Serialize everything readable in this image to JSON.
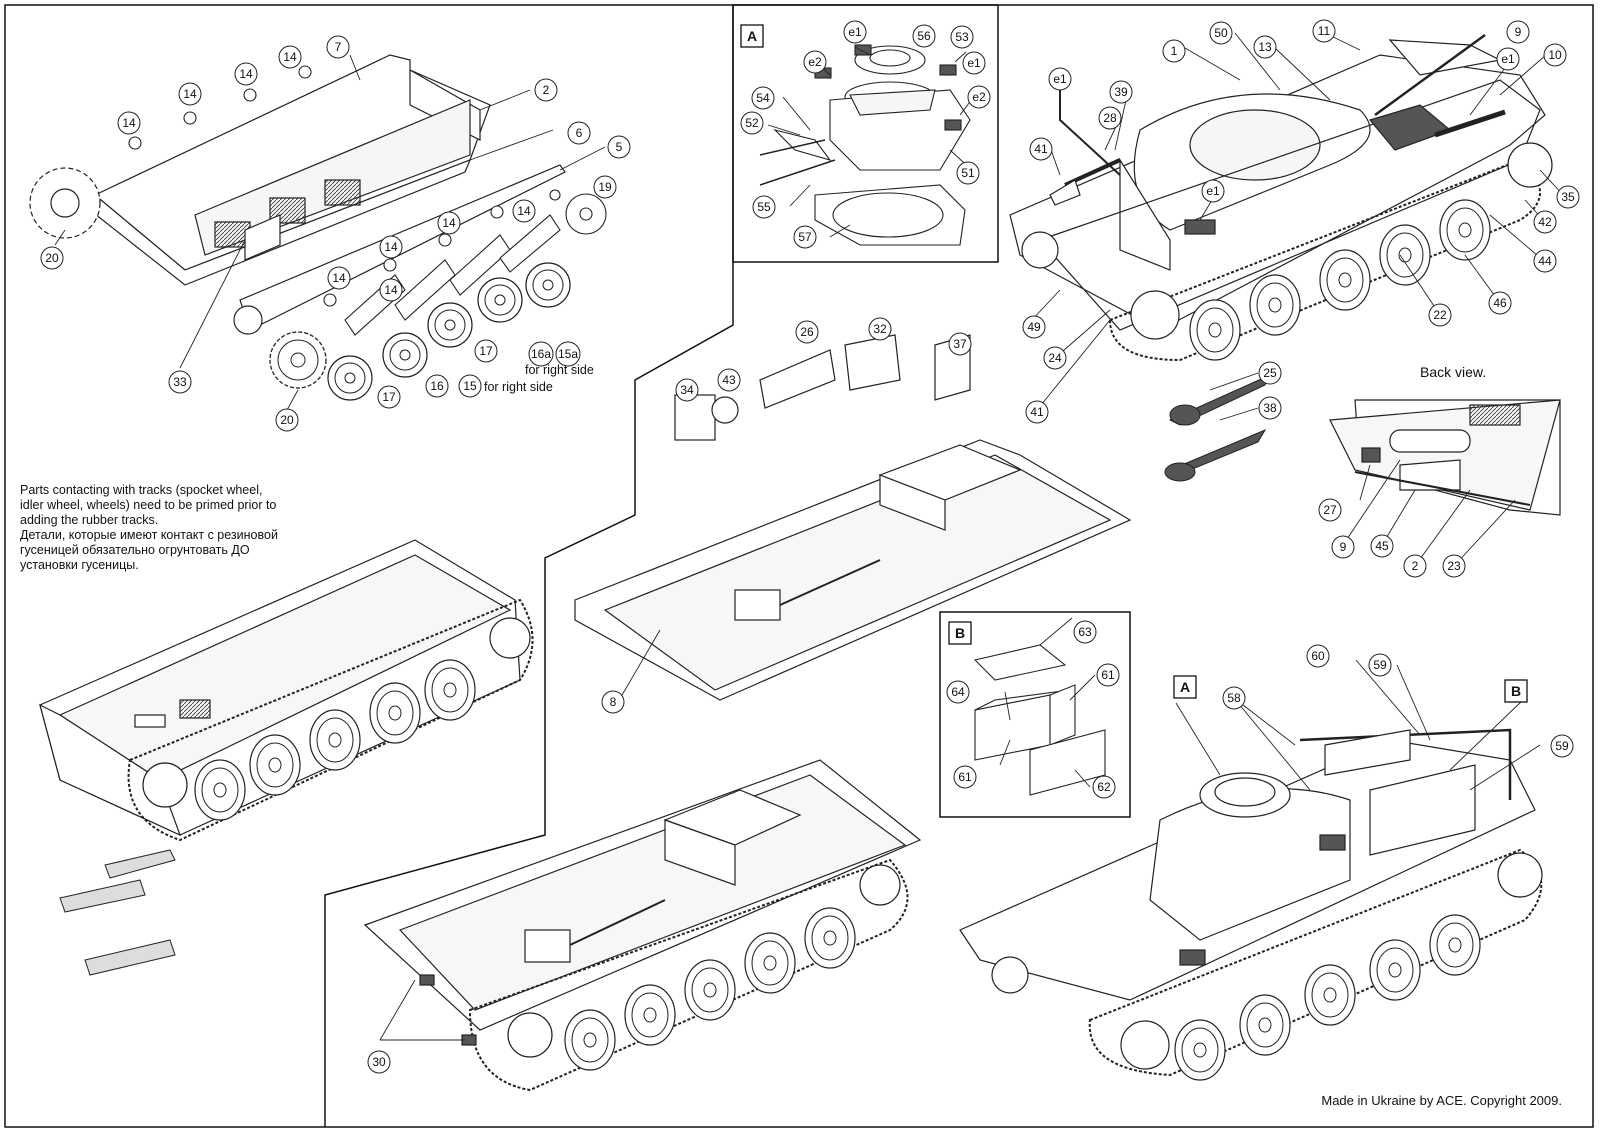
{
  "title": "",
  "note_lines": [
    "Parts contacting with tracks (spocket wheel,",
    "idler wheel, wheels) need to be primed prior to",
    "adding the rubber tracks.",
    "Детали, которые имеют контакт с резиновой",
    "гусеницей обязательно огрунтовать ДО",
    "установки гусеницы."
  ],
  "copyright": "Made in Ukraine by ACE. Copyright 2009.",
  "back_view_label": "Back view.",
  "right_side_note_1": "for right side",
  "right_side_note_2": "for right side",
  "callout_16a": "16a",
  "callout_15a": "15a",
  "callout_16": "16",
  "callout_15": "15",
  "frame_A_label": "A",
  "frame_B_label": "B",
  "final_A_label": "A",
  "final_B_label": "B",
  "callouts": {
    "hull": [
      "7",
      "2",
      "6",
      "5",
      "19",
      "14",
      "14",
      "14",
      "14",
      "14",
      "14",
      "14",
      "14",
      "14",
      "20",
      "33",
      "20",
      "17",
      "17"
    ],
    "frameA": [
      "e1",
      "56",
      "53",
      "e2",
      "e1",
      "e2",
      "54",
      "52",
      "51",
      "55",
      "57"
    ],
    "upper_right": [
      "1",
      "50",
      "13",
      "11",
      "9",
      "e1",
      "10",
      "e1",
      "39",
      "28",
      "41",
      "e1",
      "35",
      "42",
      "44",
      "46",
      "22",
      "49",
      "24",
      "41",
      "25",
      "38"
    ],
    "middle": [
      "26",
      "32",
      "37",
      "34",
      "43",
      "8"
    ],
    "back": [
      "27",
      "9",
      "45",
      "2",
      "23"
    ],
    "frameB": [
      "63",
      "64",
      "61",
      "61",
      "62"
    ],
    "final": [
      "60",
      "59",
      "58",
      "59"
    ],
    "bottom": [
      "30"
    ]
  }
}
